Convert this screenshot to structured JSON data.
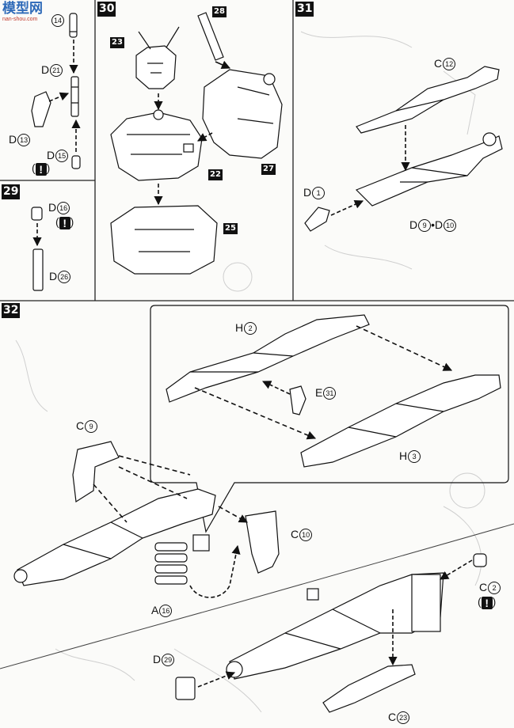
{
  "watermark": {
    "site_text": "模型网",
    "domain": "nan-shou.com"
  },
  "steps": {
    "s29": "29",
    "s30": "30",
    "s31": "31",
    "s32": "32"
  },
  "part_numbers": {
    "p23": "23",
    "p28": "28",
    "p22": "22",
    "p27": "27",
    "p25": "25"
  },
  "labels": {
    "d14": {
      "letter": "",
      "num": "14"
    },
    "d21": {
      "letter": "D",
      "num": "21"
    },
    "d13": {
      "letter": "D",
      "num": "13"
    },
    "d15": {
      "letter": "D",
      "num": "15"
    },
    "d16": {
      "letter": "D",
      "num": "16"
    },
    "d26": {
      "letter": "D",
      "num": "26"
    },
    "c12": {
      "letter": "C",
      "num": "12"
    },
    "d1": {
      "letter": "D",
      "num": "1"
    },
    "d9_10": {
      "letter": "D",
      "num": "9",
      "sep": "•",
      "num2": "10"
    },
    "h2": {
      "letter": "H",
      "num": "2"
    },
    "e31": {
      "letter": "E",
      "num": "31"
    },
    "h3": {
      "letter": "H",
      "num": "3"
    },
    "c9": {
      "letter": "C",
      "num": "9"
    },
    "c10": {
      "letter": "C",
      "num": "10"
    },
    "a16": {
      "letter": "A",
      "num": "16"
    },
    "c2": {
      "letter": "C",
      "num": "2"
    },
    "d29": {
      "letter": "D",
      "num": "29"
    },
    "c23": {
      "letter": "C",
      "num": "23"
    }
  },
  "warning": {
    "open": "(",
    "mark": "!",
    "close": ")"
  }
}
